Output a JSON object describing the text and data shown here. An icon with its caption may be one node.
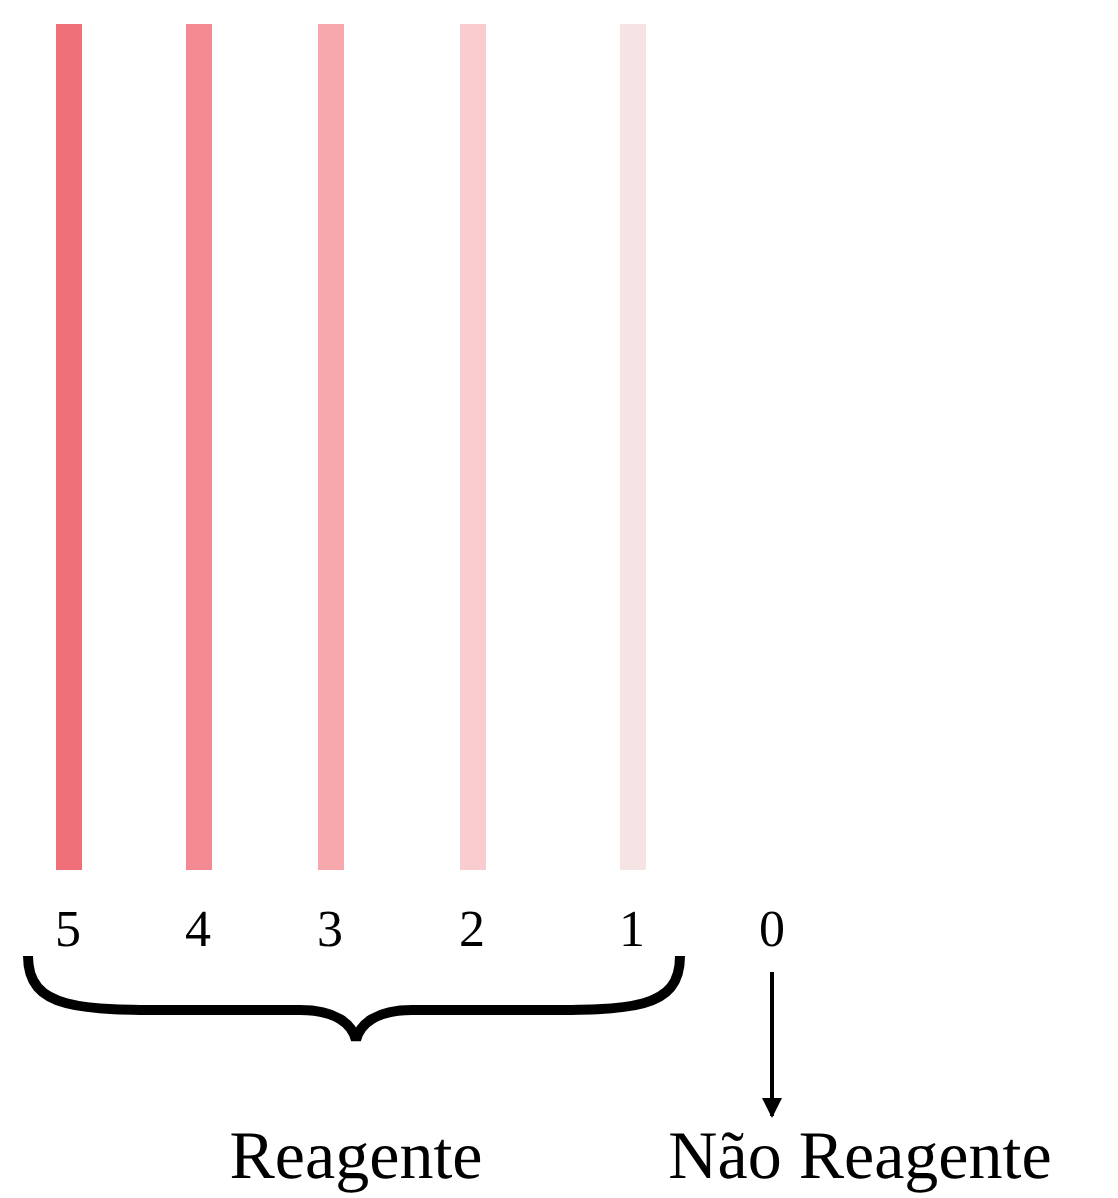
{
  "diagram": {
    "nodes": [
      {
        "text": [
          "0"
        ]
      },
      {
        "text": [
          "Não Reagente"
        ]
      }
    ],
    "edges": [
      {
        "from": 0,
        "to": 1,
        "arrow": "to"
      }
    ],
    "labels": [
      "5",
      "4",
      "3",
      "2",
      "1",
      "Reagente"
    ]
  }
}
